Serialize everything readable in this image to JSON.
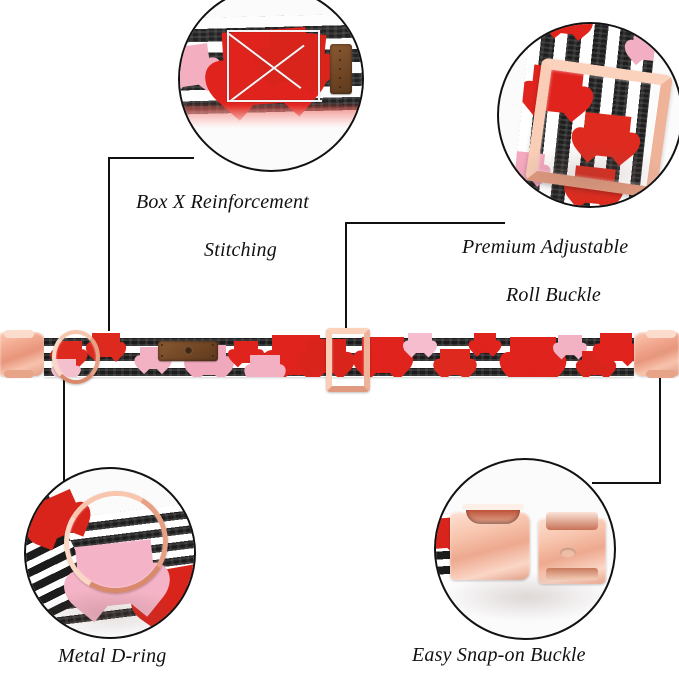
{
  "page": {
    "title": "Dog Collar Product Features",
    "background_color": "#ffffff",
    "line_color": "#111111",
    "accent_metal_color": "#f2ab90",
    "fabric_colors": {
      "stripe_dark": "#1c1c1c",
      "stripe_light": "#ffffff",
      "heart_red": "#e8261f",
      "heart_pink": "#f4b8c8",
      "leather_brown": "#6f4524"
    }
  },
  "callouts": [
    {
      "id": "box-x-reinforcement",
      "label_line1": "Box X Reinforcement",
      "label_line2": "Stitching",
      "feature_name": "box-x-stitching",
      "position": "top-left"
    },
    {
      "id": "premium-adjustable-roll-buckle",
      "label_line1": "Premium Adjustable",
      "label_line2": "Roll Buckle",
      "feature_name": "roll-buckle",
      "position": "top-right"
    },
    {
      "id": "metal-d-ring",
      "label_line1": "Metal D-ring",
      "label_line2": "",
      "feature_name": "d-ring",
      "position": "bottom-left"
    },
    {
      "id": "easy-snap-on-buckle",
      "label_line1": "Easy Snap-on Buckle",
      "label_line2": "",
      "feature_name": "snap-buckle",
      "position": "bottom-right"
    }
  ],
  "product": {
    "type": "dog-collar",
    "pattern": "black-and-white-stripes-with-red-and-pink-hearts",
    "hardware_finish": "rose-gold",
    "brand_patch_text": ""
  }
}
